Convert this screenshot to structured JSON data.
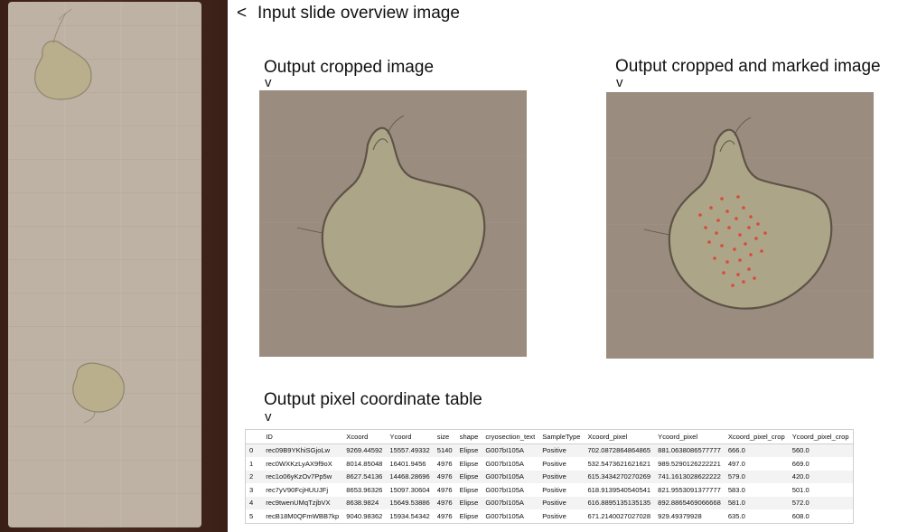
{
  "labels": {
    "input_arrow": "<",
    "input_label": "Input slide overview image",
    "cropped_label": "Output cropped image",
    "cropped_caret": "v",
    "marked_label": "Output cropped and marked image",
    "marked_caret": "v",
    "table_label": "Output pixel coordinate table",
    "table_caret": "v"
  },
  "colors": {
    "slide_background": "#3b2018",
    "slide_glass": "#bdb2a3",
    "crop_background": "#9a8d7f",
    "tissue_fill": "#b5ad8c",
    "tissue_outline": "#5e5347",
    "marker": "#d84a3a"
  },
  "table": {
    "columns": [
      "",
      "ID",
      "Xcoord",
      "Ycoord",
      "size",
      "shape",
      "cryosection_text",
      "SampleType",
      "Xcoord_pixel",
      "Ycoord_pixel",
      "Xcoord_pixel_crop",
      "Ycoord_pixel_crop"
    ],
    "rows": [
      [
        "0",
        "rec09B9YKhiSGjoLw",
        "9269.44592",
        "15557.49332",
        "5140",
        "Elipse",
        "G007bI105A",
        "Positive",
        "702.0872864864865",
        "881.0638086577777",
        "666.0",
        "560.0"
      ],
      [
        "1",
        "rec0WXKzLyAX9f9oX",
        "8014.85048",
        "16401.9456",
        "4976",
        "Elipse",
        "G007bI105A",
        "Positive",
        "532.5473621621621",
        "989.5290126222221",
        "497.0",
        "669.0"
      ],
      [
        "2",
        "rec1o06yKzOv7Pp5w",
        "8627.54136",
        "14468.28696",
        "4976",
        "Elipse",
        "G007bI105A",
        "Positive",
        "615.3434270270269",
        "741.1613028622222",
        "579.0",
        "420.0"
      ],
      [
        "3",
        "rec7yV90FcjHUUJFj",
        "8653.96326",
        "15097.30604",
        "4976",
        "Elipse",
        "G007bI105A",
        "Positive",
        "618.9139540540541",
        "821.9553091377777",
        "583.0",
        "501.0"
      ],
      [
        "4",
        "rec9twenUMqTzjbVX",
        "8638.9824",
        "15649.53886",
        "4976",
        "Elipse",
        "G007bI105A",
        "Positive",
        "616.8895135135135",
        "892.8865469066668",
        "581.0",
        "572.0"
      ],
      [
        "5",
        "recB18M0QFmWBB7kp",
        "9040.98362",
        "15934.54342",
        "4976",
        "Elipse",
        "G007bI105A",
        "Positive",
        "671.2140027027028",
        "929.49379928",
        "635.0",
        "608.0"
      ]
    ]
  }
}
